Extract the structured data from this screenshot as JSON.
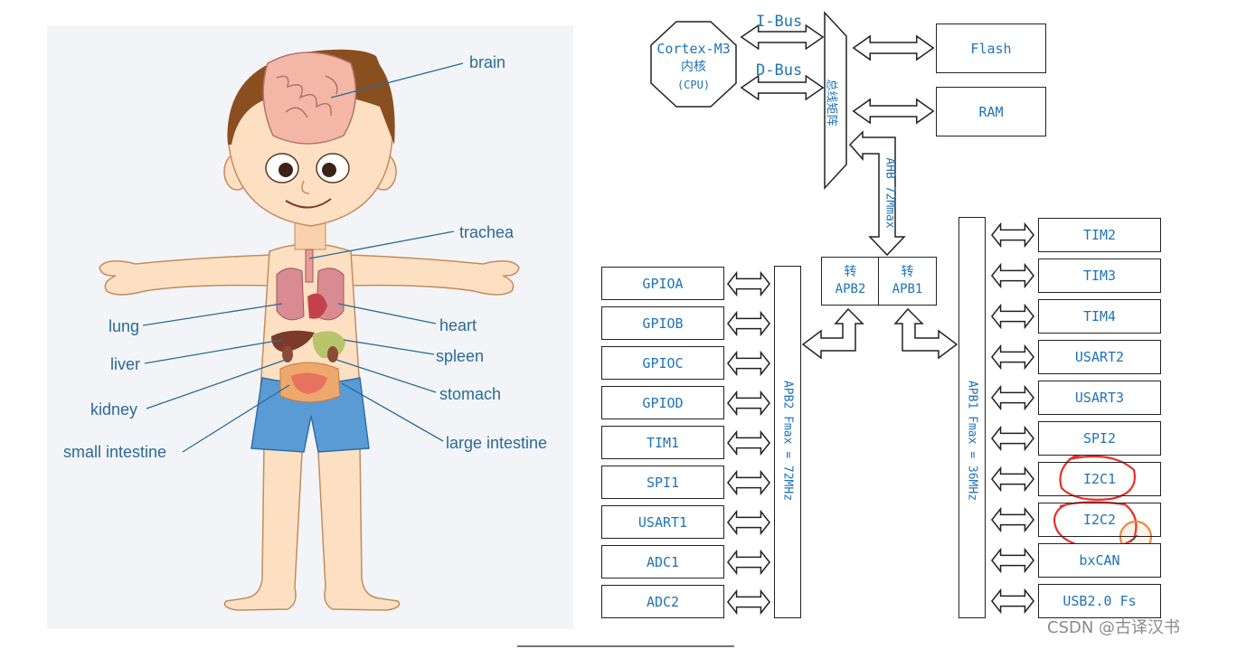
{
  "anatomy": {
    "labels": {
      "brain": "brain",
      "trachea": "trachea",
      "lung": "lung",
      "heart": "heart",
      "liver": "liver",
      "spleen": "spleen",
      "kidney": "kidney",
      "stomach": "stomach",
      "small_intestine": "small intestine",
      "large_intestine": "large intestine"
    }
  },
  "bus_diagram": {
    "cpu": {
      "line1": "Cortex-M3",
      "line2": "内核",
      "line3": "(CPU)"
    },
    "ibus": "I-Bus",
    "dbus": "D-Bus",
    "bus_matrix": "总线矩阵",
    "flash": "Flash",
    "ram": "RAM",
    "ahb": "AHB 72Mmax",
    "bridge_apb2": {
      "line1": "转",
      "line2": "APB2"
    },
    "bridge_apb1": {
      "line1": "转",
      "line2": "APB1"
    },
    "apb2_bus": "APB2 Fmax = 72MHz",
    "apb1_bus": "APB1 Fmax = 36MHz",
    "apb2_peripherals": [
      "GPIOA",
      "GPIOB",
      "GPIOC",
      "GPIOD",
      "TIM1",
      "SPI1",
      "USART1",
      "ADC1",
      "ADC2"
    ],
    "apb1_peripherals": [
      "TIM2",
      "TIM3",
      "TIM4",
      "USART2",
      "USART3",
      "SPI2",
      "I2C1",
      "I2C2",
      "bxCAN",
      "USB2.0 Fs"
    ],
    "highlight_color": "#e8302a",
    "text_color": "#1e73b9"
  },
  "watermark": "CSDN @古译汉书"
}
